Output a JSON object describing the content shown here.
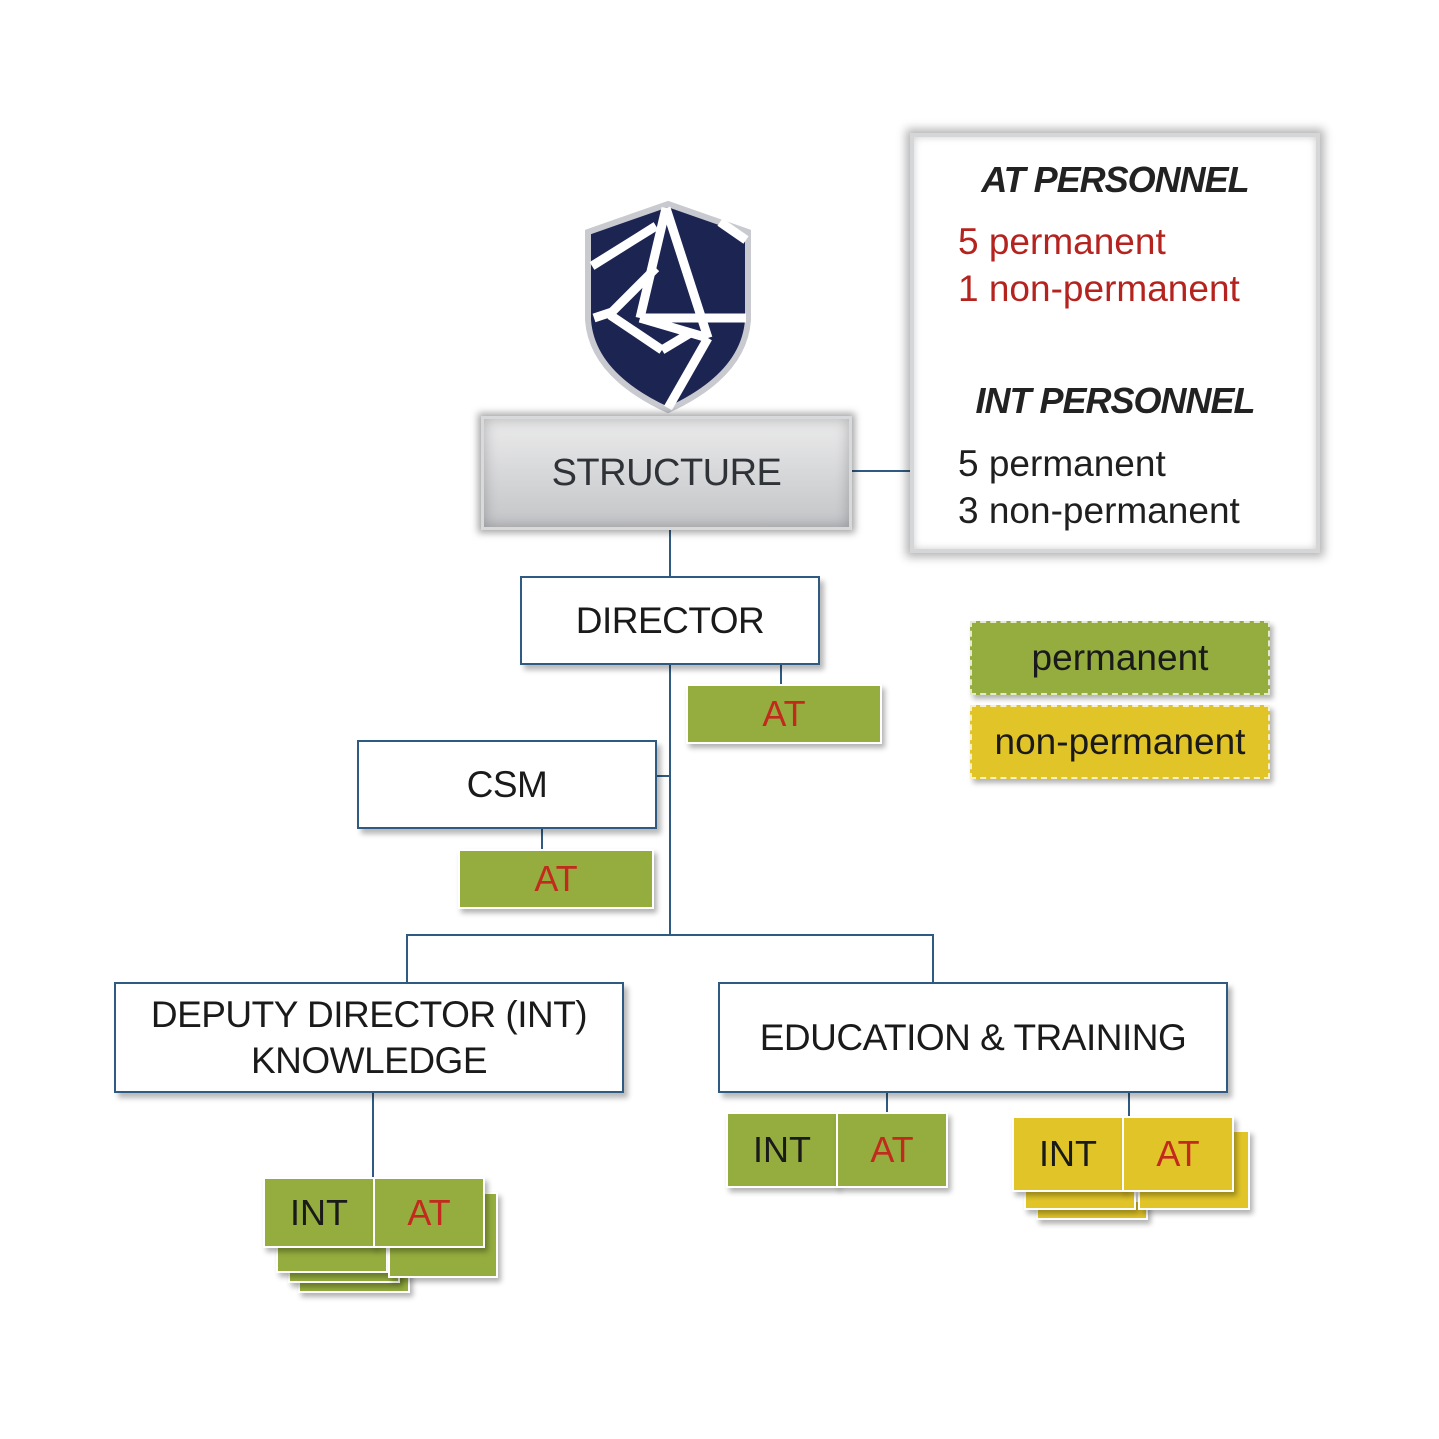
{
  "header": {
    "title": "STRUCTURE"
  },
  "personnel": {
    "at": {
      "heading": "AT PERSONNEL",
      "permanent": "5 permanent",
      "non_permanent": "1 non-permanent"
    },
    "int": {
      "heading": "INT PERSONNEL",
      "permanent": "5 permanent",
      "non_permanent": "3 non-permanent"
    }
  },
  "legend": {
    "permanent": "permanent",
    "non_permanent": "non-permanent"
  },
  "nodes": {
    "director": "DIRECTOR",
    "csm": "CSM",
    "deputy_line1": "DEPUTY DIRECTOR (INT)",
    "deputy_line2": "KNOWLEDGE",
    "education": "EDUCATION & TRAINING"
  },
  "tags": {
    "at": "AT",
    "int": "INT"
  },
  "colors": {
    "permanent": "#94ad3e",
    "non_permanent": "#e0c428",
    "at_text": "#c22a1e",
    "line": "#2f5b82",
    "logo": "#1c2451"
  },
  "icons": {
    "logo": "shield-logo-icon"
  }
}
